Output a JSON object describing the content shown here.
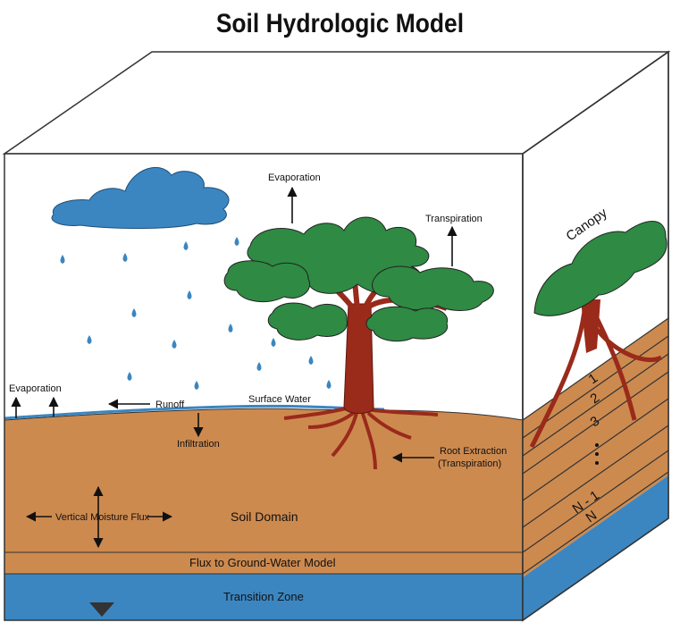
{
  "title": "Soil Hydrologic Model",
  "labels": {
    "evaporation_top": "Evaporation",
    "transpiration": "Transpiration",
    "evaporation_left": "Evaporation",
    "runoff": "Runoff",
    "surface_water": "Surface Water",
    "infiltration": "Infiltration",
    "root_extraction_1": "Root Extraction",
    "root_extraction_2": "(Transpiration)",
    "vertical_moisture_flux": "Vertical Moisture Flux",
    "soil_domain": "Soil Domain",
    "flux_to_groundwater": "Flux to Ground-Water Model",
    "transition_zone": "Transition Zone",
    "canopy": "Canopy"
  },
  "layers": [
    "1",
    "2",
    "3",
    "N - 1",
    "N"
  ],
  "colors": {
    "soil": "#cd8a4f",
    "water": "#3b86c1",
    "foliage": "#2f8a44",
    "trunk": "#9a2a1a",
    "cloud": "#3b86c1"
  }
}
